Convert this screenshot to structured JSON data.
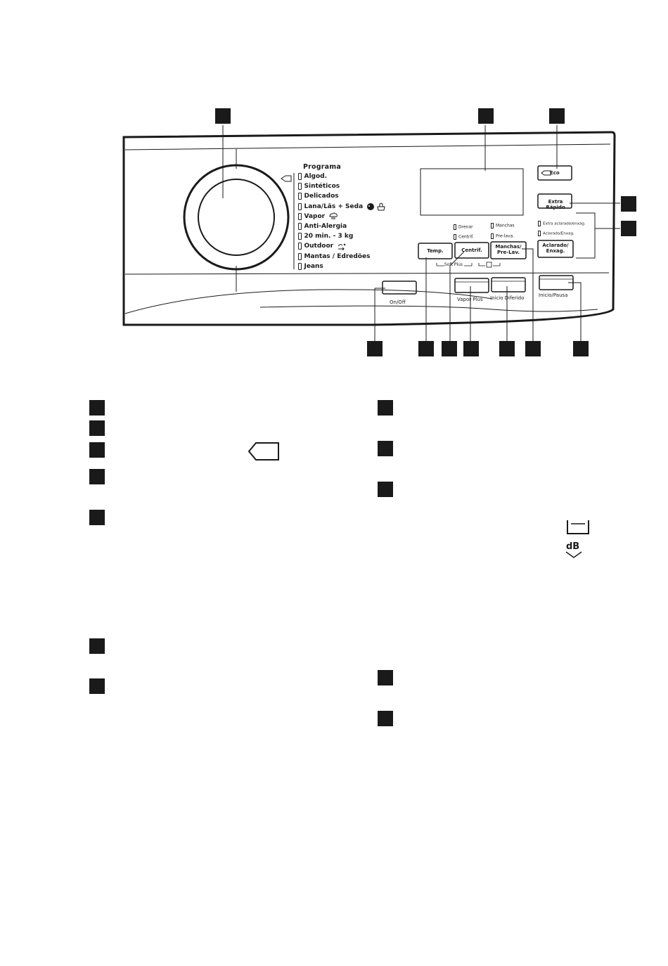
{
  "programs": {
    "title": "Programa",
    "items": [
      {
        "label": "Algod."
      },
      {
        "label": "Sintéticos"
      },
      {
        "label": "Delicados"
      },
      {
        "label": "Lana/Lãs + Seda",
        "icons": [
          "wool-icon",
          "handwash-icon"
        ]
      },
      {
        "label": "Vapor",
        "icons": [
          "steam-icon"
        ]
      },
      {
        "label": "Anti-Alergia"
      },
      {
        "label": "20 min. - 3 kg"
      },
      {
        "label": "Outdoor",
        "icons": [
          "outdoor-icon"
        ]
      },
      {
        "label": "Mantas / Edredões"
      },
      {
        "label": "Jeans"
      }
    ]
  },
  "buttons": {
    "eco": "Eco",
    "extra_rapido": "Extra Rápido",
    "aclarado": "Aclarado/ Enxag.",
    "temp": "Temp.",
    "centrif": "Centrif.",
    "manchas": "Manchas/ Pre-Lav.",
    "on_off": "On/Off",
    "vapor_plus": "Vapor Plus",
    "inicio_diferido": "Inicio Diferido",
    "inicio_pausa": "Inicio/Pausa"
  },
  "indicators": {
    "drenar": "Drenar",
    "centrif": "Centrif.",
    "manchas": "Manchas",
    "pre_lava": "Pre-lava.",
    "extra_aclarado": "Extra aclarado/enxag.",
    "aclarado_enxag": "Aclarado/Enxag."
  },
  "labels": {
    "soft_plus": "Soft Plus"
  },
  "legend_icons": [
    "eco-tag-icon",
    "water-tub-icon",
    "db-down-icon"
  ]
}
